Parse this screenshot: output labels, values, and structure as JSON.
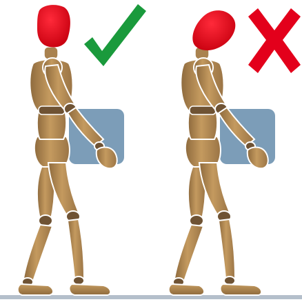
{
  "colors": {
    "background": "#ffffff",
    "floor": "#b4bfcb",
    "box": "#7c9db8",
    "wood": "#a9824f",
    "wood_light": "#c79b5e",
    "wood_highlight": "#e6c99a",
    "wood_outline": "#ffffff",
    "joint": "#6f5334",
    "head": "#e3001b",
    "check": "#1a9a3c",
    "cross": "#e3001b"
  },
  "figures": [
    {
      "id": "correct-posture",
      "head_posture": "upright",
      "mark": "check-icon"
    },
    {
      "id": "incorrect-posture",
      "head_posture": "tilted-forward",
      "mark": "cross-icon"
    }
  ]
}
